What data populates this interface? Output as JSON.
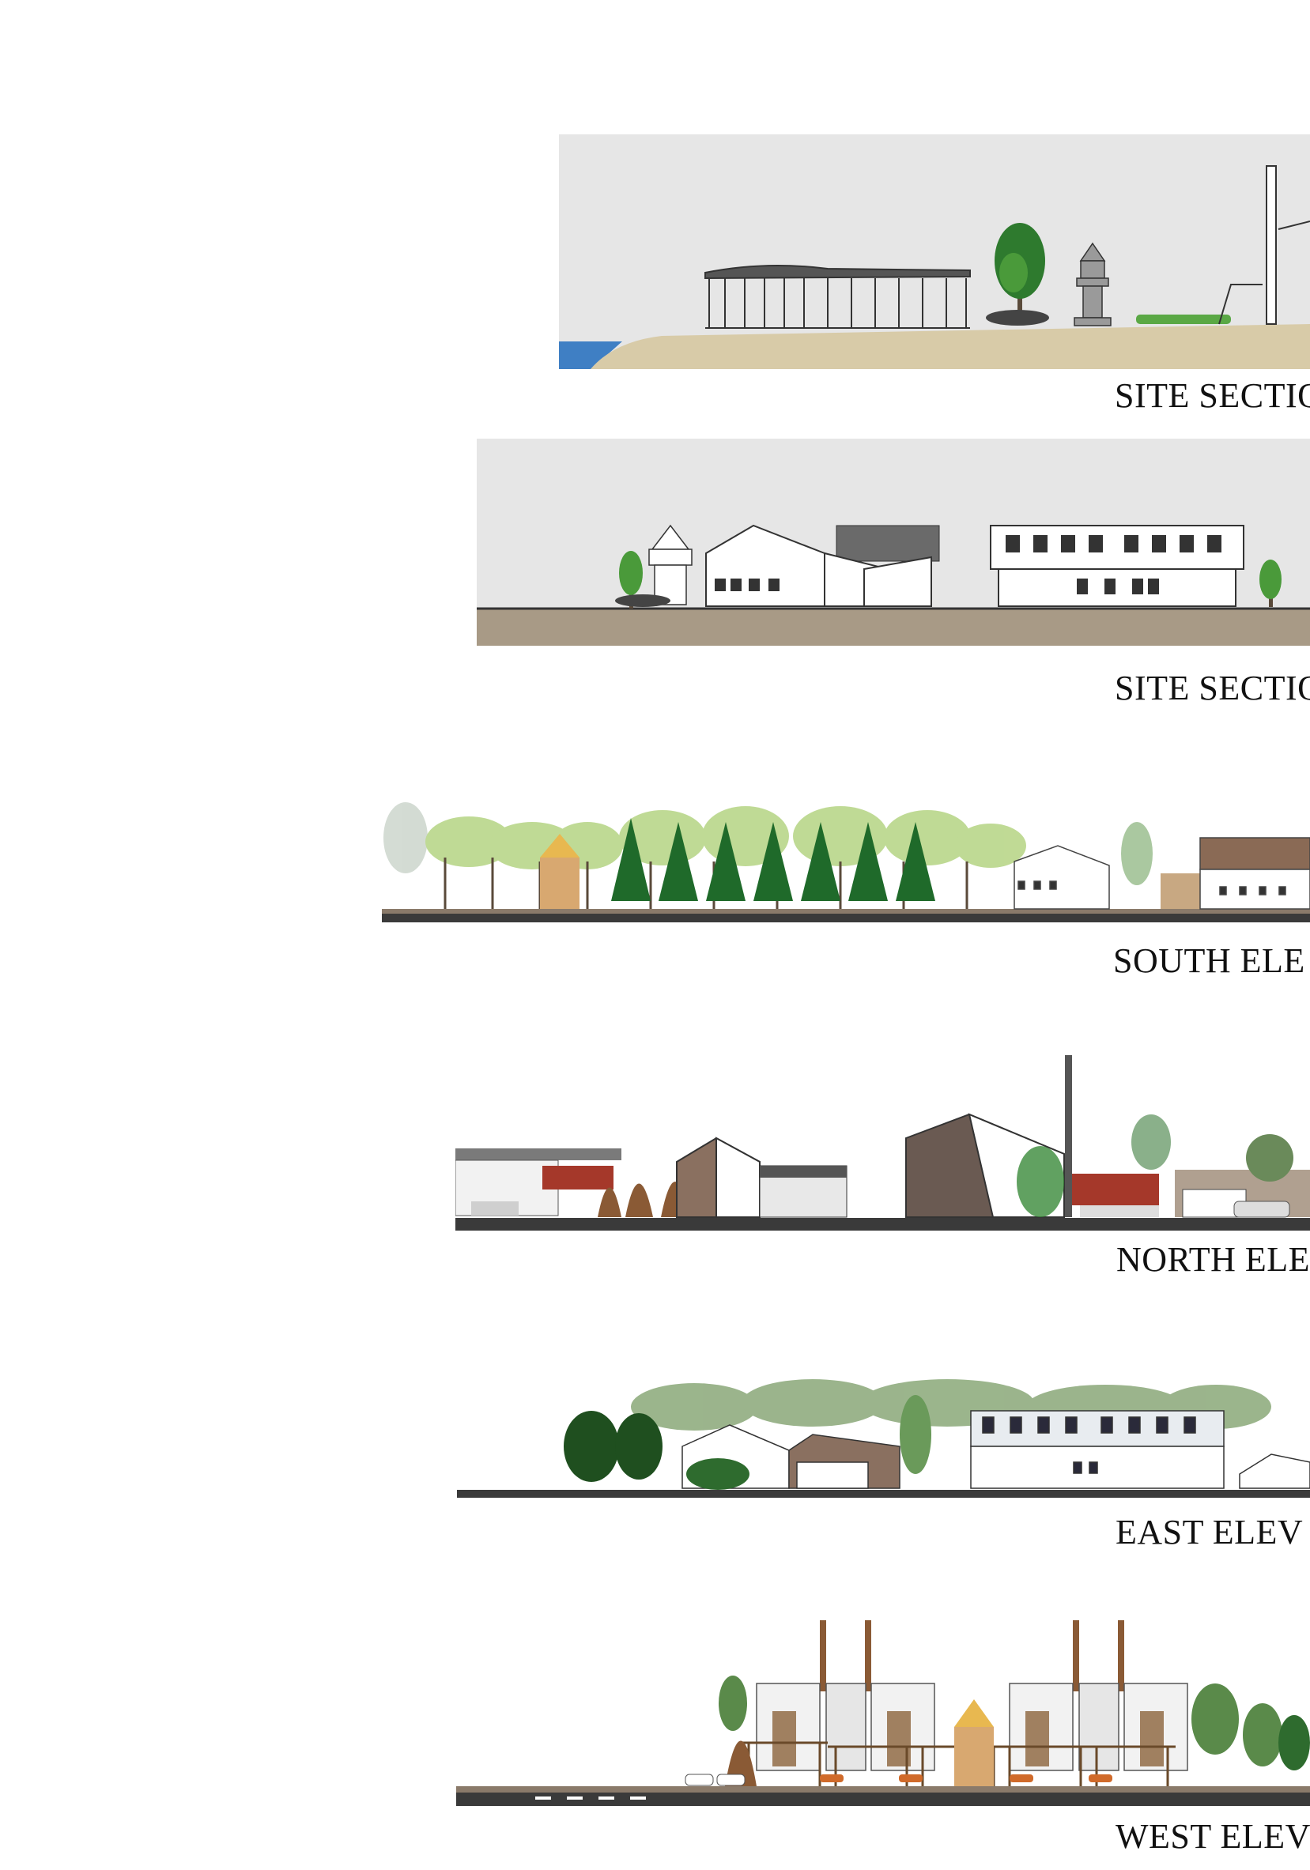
{
  "sheet": {
    "drawings": [
      {
        "id": "section-1",
        "caption": "SITE SECTIO"
      },
      {
        "id": "section-2",
        "caption": "SITE SECTIO"
      },
      {
        "id": "south",
        "caption": "SOUTH ELE"
      },
      {
        "id": "north",
        "caption": "NORTH ELE"
      },
      {
        "id": "east",
        "caption": "EAST ELEV"
      },
      {
        "id": "west",
        "caption": "WEST ELEV"
      }
    ]
  },
  "colors": {
    "sky": "#e6e6e6",
    "ground_sand": "#d8cba8",
    "ground_brown": "#a89a86",
    "water": "#3f7fc4",
    "tree_green": "#2e6b2e",
    "tree_light": "#b9d68a",
    "roof_dark": "#3a3a3a",
    "wall_white": "#f7f7f7",
    "wood": "#8a5a35",
    "brick_red": "#a5382a"
  }
}
